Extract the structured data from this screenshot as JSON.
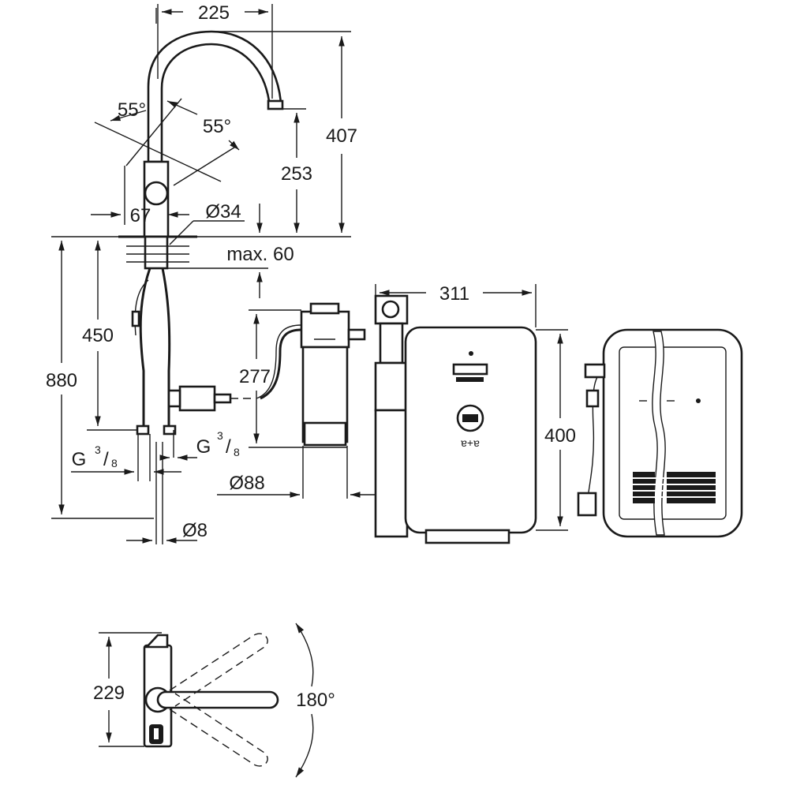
{
  "dimensions": {
    "spout_reach": "225",
    "total_height": "407",
    "spout_height": "253",
    "angle_left": "55°",
    "angle_right": "55°",
    "base_offset": "67",
    "base_diameter": "Ø34",
    "max_deck": "max. 60",
    "hose_length": "450",
    "total_length": "880",
    "filter_hose": "277",
    "thread_left": {
      "g": "G",
      "num": "3",
      "den": "8"
    },
    "thread_right": {
      "g": "G",
      "num": "3",
      "den": "8"
    },
    "filter_diameter": "Ø88",
    "pipe_diameter": "Ø8",
    "boiler_width": "311",
    "boiler_height": "400",
    "handle_length": "229",
    "rotation": "180°"
  },
  "boiler": {
    "button_label": "ɐ+ɐ"
  },
  "colors": {
    "line": "#1a1a1a",
    "background": "#ffffff"
  }
}
